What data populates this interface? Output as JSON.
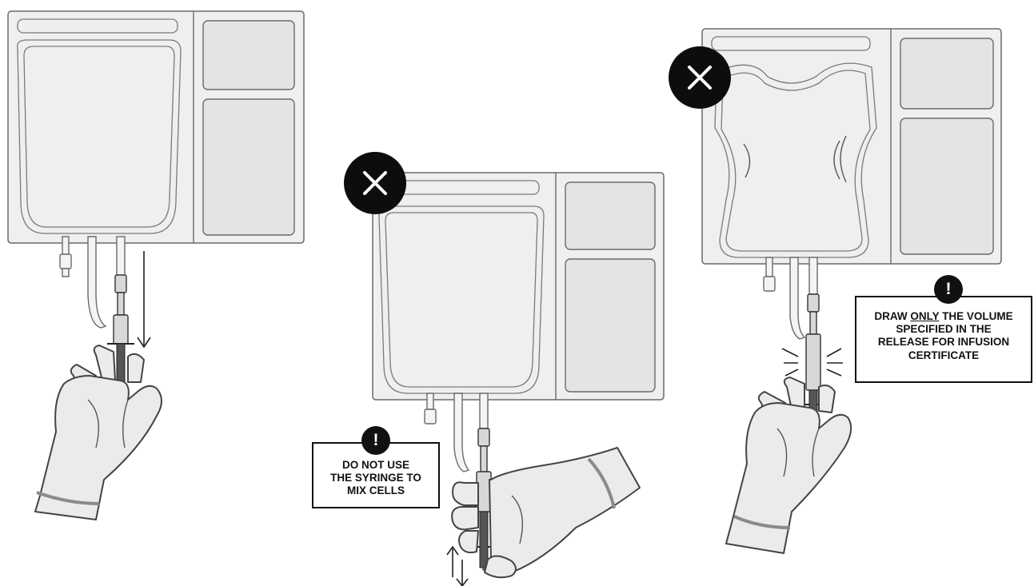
{
  "callouts": {
    "no_mix": {
      "icon": "exclamation-icon",
      "mark": "!",
      "line1_pre": "DO ",
      "line1_emph": "NOT",
      "line1_post": " USE",
      "line2": "THE SYRINGE TO",
      "line3": "MIX CELLS"
    },
    "volume": {
      "icon": "exclamation-icon",
      "mark": "!",
      "line1_pre": "DRAW ",
      "line1_emph": "ONLY",
      "line1_post": " THE VOLUME",
      "line2": "SPECIFIED IN THE",
      "line3": "RELEASE FOR INFUSION",
      "line4": "CERTIFICATE"
    }
  },
  "panels": [
    {
      "id": "correct-draw",
      "status_icon": "none",
      "icons": [
        "infusion-bag-icon",
        "syringe-icon",
        "gloved-hand-icon",
        "down-arrow-icon"
      ]
    },
    {
      "id": "no-mixing",
      "status_icon": "x-mark-icon",
      "icons": [
        "infusion-bag-icon",
        "syringe-icon",
        "gloved-hand-icon",
        "up-down-arrows-icon"
      ]
    },
    {
      "id": "no-excess-draw",
      "status_icon": "x-mark-icon",
      "icons": [
        "collapsed-bag-icon",
        "syringe-icon",
        "gloved-hand-icon",
        "strain-lines-icon"
      ]
    }
  ],
  "colors": {
    "bag_fill": "#efefef",
    "bag_stroke": "#6a6a6a",
    "glove_fill": "#ebebeb",
    "ink": "#111111",
    "cuff": "#8a8a8a"
  }
}
